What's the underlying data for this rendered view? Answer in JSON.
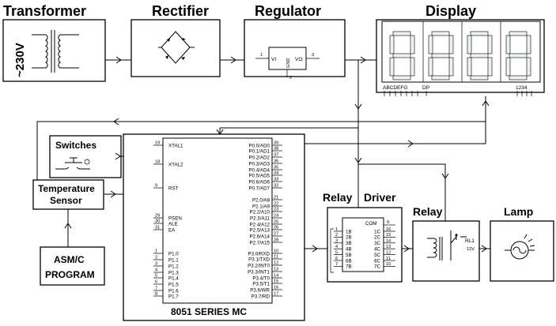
{
  "blocks": {
    "transformer": {
      "title": "Transformer",
      "voltage": "~230V"
    },
    "rectifier": {
      "title": "Rectifier"
    },
    "regulator": {
      "title": "Regulator",
      "vi": "VI",
      "vo": "VO",
      "gnd": "GND",
      "pin1": "1",
      "pin2": "2",
      "pin3": "3"
    },
    "display": {
      "title": "Display",
      "segments": "ABCDEFG",
      "dp": "DP",
      "digits": "1234"
    },
    "switches": {
      "title": "Switches"
    },
    "temperature": {
      "line1": "Temperature",
      "line2": "Sensor"
    },
    "program": {
      "line1": "ASM/C",
      "line2": "PROGRAM"
    },
    "relay_driver": {
      "title1": "Relay",
      "title2": "Driver",
      "com": "COM",
      "com_pin": "9"
    },
    "relay": {
      "title": "Relay",
      "name": "RL1",
      "volt": "12V"
    },
    "lamp": {
      "title": "Lamp"
    },
    "mcu": {
      "title": "8051 SERIES MC"
    }
  },
  "mcu_left_pins": [
    {
      "num": "19",
      "label": "XTAL1"
    },
    {
      "num": "18",
      "label": "XTAL2"
    },
    {
      "num": "9",
      "label": "RST"
    },
    {
      "num": "29",
      "label": "PSEN"
    },
    {
      "num": "30",
      "label": "ALE"
    },
    {
      "num": "31",
      "label": "EA"
    },
    {
      "num": "1",
      "label": "P1.0"
    },
    {
      "num": "2",
      "label": "P1.1"
    },
    {
      "num": "3",
      "label": "P1.2"
    },
    {
      "num": "4",
      "label": "P1.3"
    },
    {
      "num": "5",
      "label": "P1.4"
    },
    {
      "num": "6",
      "label": "P1.5"
    },
    {
      "num": "7",
      "label": "P1.6"
    },
    {
      "num": "8",
      "label": "P1.7"
    }
  ],
  "mcu_right_pins": [
    {
      "num": "39",
      "label": "P0.0/AD0"
    },
    {
      "num": "38",
      "label": "P0.1/AD1"
    },
    {
      "num": "37",
      "label": "P0.2/AD2"
    },
    {
      "num": "36",
      "label": "P0.3/AD3"
    },
    {
      "num": "35",
      "label": "P0.4/AD4"
    },
    {
      "num": "34",
      "label": "P0.5/AD5"
    },
    {
      "num": "33",
      "label": "P0.6/AD6"
    },
    {
      "num": "32",
      "label": "P0.7/AD7"
    },
    {
      "num": "21",
      "label": "P2.0/A8"
    },
    {
      "num": "22",
      "label": "P2.1/A9"
    },
    {
      "num": "23",
      "label": "P2.2/A10"
    },
    {
      "num": "24",
      "label": "P2.3/A11"
    },
    {
      "num": "25",
      "label": "P2.4/A12"
    },
    {
      "num": "26",
      "label": "P2.5/A13"
    },
    {
      "num": "27",
      "label": "P2.6/A14"
    },
    {
      "num": "28",
      "label": "P2.7/A15"
    },
    {
      "num": "10",
      "label": "P3.0/RXD"
    },
    {
      "num": "11",
      "label": "P3.1/TXD"
    },
    {
      "num": "12",
      "label": "P3.2/INT0"
    },
    {
      "num": "13",
      "label": "P3.3/INT1"
    },
    {
      "num": "14",
      "label": "P3.4/T0"
    },
    {
      "num": "15",
      "label": "P3.5/T1"
    },
    {
      "num": "16",
      "label": "P3.6/WR"
    },
    {
      "num": "17",
      "label": "P3.7/RD"
    }
  ],
  "driver_left_pins": [
    {
      "num": "1",
      "label": "1B"
    },
    {
      "num": "2",
      "label": "2B"
    },
    {
      "num": "3",
      "label": "3B"
    },
    {
      "num": "4",
      "label": "4B"
    },
    {
      "num": "5",
      "label": "5B"
    },
    {
      "num": "6",
      "label": "6B"
    },
    {
      "num": "7",
      "label": "7B"
    }
  ],
  "driver_right_pins": [
    {
      "num": "16",
      "label": "1C"
    },
    {
      "num": "15",
      "label": "2C"
    },
    {
      "num": "14",
      "label": "3C"
    },
    {
      "num": "13",
      "label": "4C"
    },
    {
      "num": "12",
      "label": "5C"
    },
    {
      "num": "11",
      "label": "6C"
    },
    {
      "num": "10",
      "label": "7C"
    }
  ]
}
